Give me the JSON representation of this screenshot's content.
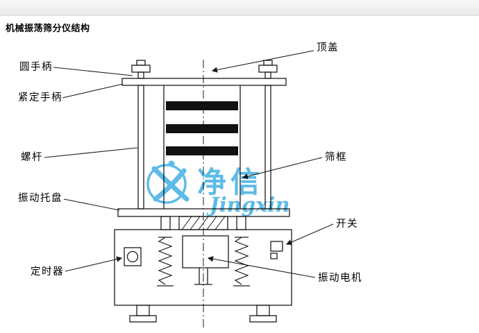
{
  "page": {
    "title": "机械振荡筛分仪结构"
  },
  "diagram": {
    "labels": {
      "round_handle": "圆手柄",
      "lock_handle": "紧定手柄",
      "screw_rod": "螺杆",
      "vibration_tray": "振动托盘",
      "timer": "定时器",
      "top_cover": "顶盖",
      "sieve_frame": "筛框",
      "switch": "开关",
      "vibration_motor": "振动电机"
    }
  },
  "watermark": {
    "cn": "净信",
    "en": "Jingxin",
    "color": "#2fa8e1"
  },
  "colors": {
    "line": "#1a1a1a",
    "top_strip": "#f0f0f0",
    "background": "#ffffff"
  }
}
